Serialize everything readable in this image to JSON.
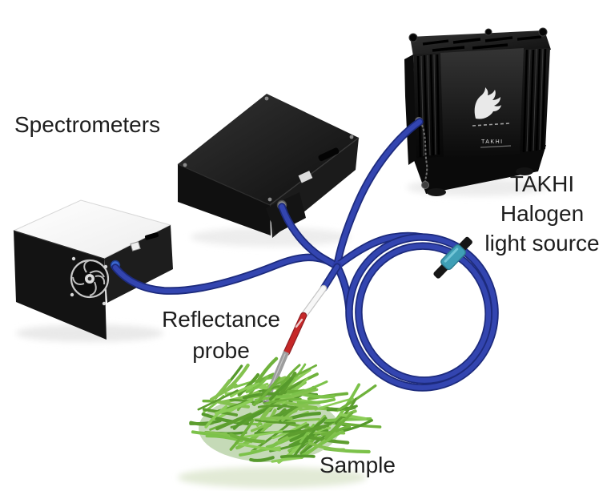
{
  "figure": {
    "background_color": "#ffffff",
    "labels": {
      "spectrometers": "Spectrometers",
      "light_source": [
        "TAKHI",
        "Halogen",
        "light source"
      ],
      "reflectance_probe": [
        "Reflectance",
        "probe"
      ],
      "sample": "Sample"
    },
    "equipment": {
      "light_source_panel_text": "TAKHI",
      "cable_color": "#2c3ba5",
      "cable_edge_color": "#1d2b7d",
      "inline_connector_color": "#3f9fb6",
      "probe_band_color": "#c62828",
      "probe_shaft_color": "#9d9d9d",
      "bean_colors": [
        "#5d9e2f",
        "#6fb23c",
        "#7cc24a",
        "#8ccd58",
        "#569a2c",
        "#84c24f"
      ]
    }
  }
}
